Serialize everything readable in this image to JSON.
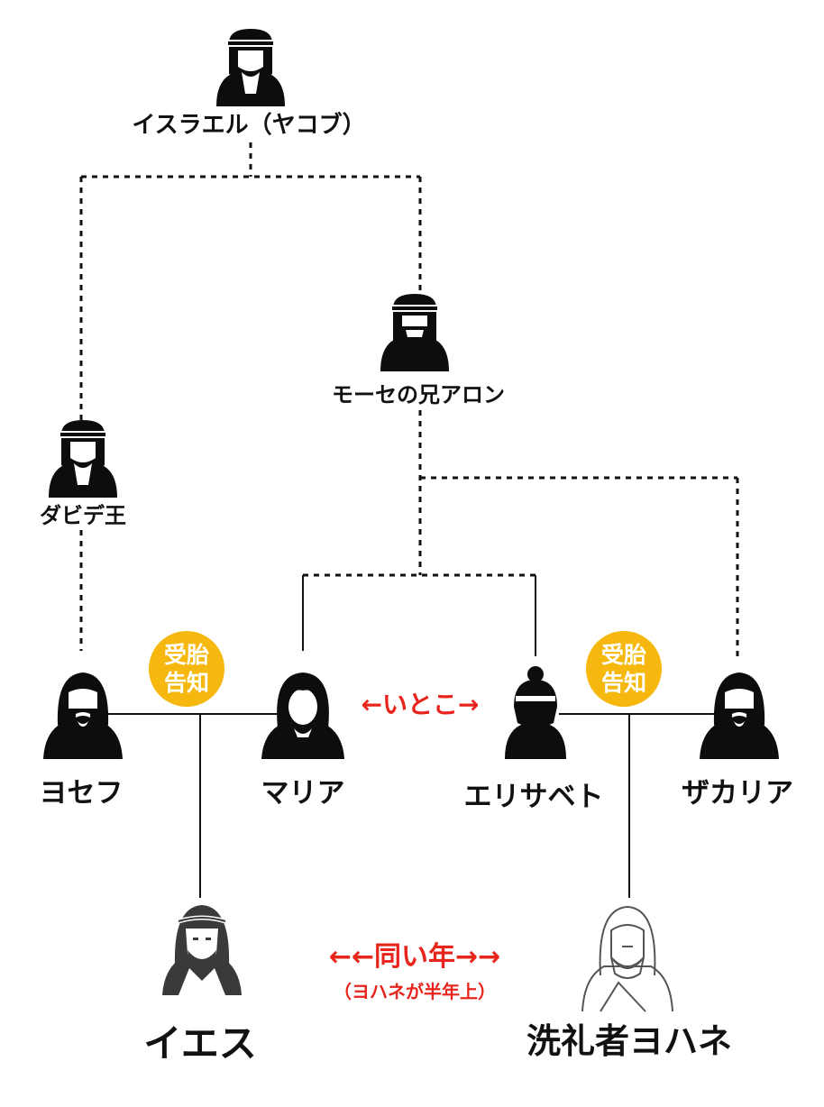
{
  "people": {
    "israel": "イスラエル（ヤコブ）",
    "aaron": "モーセの兄アロン",
    "david": "ダビデ王",
    "joseph": "ヨセフ",
    "maria": "マリア",
    "elisabeth": "エリサベト",
    "zacharias": "ザカリア",
    "jesus": "イエス",
    "john": "洗礼者ヨハネ"
  },
  "relations": {
    "cousins": "←いとこ→",
    "same_age": "←←同い年→→",
    "same_age_note": "（ヨハネが半年上）"
  },
  "badge": {
    "line1": "受胎",
    "line2": "告知"
  },
  "colors": {
    "accent_red": "#e8251c",
    "badge_yellow": "#f6b80f",
    "icon_black": "#0d0d0d"
  }
}
